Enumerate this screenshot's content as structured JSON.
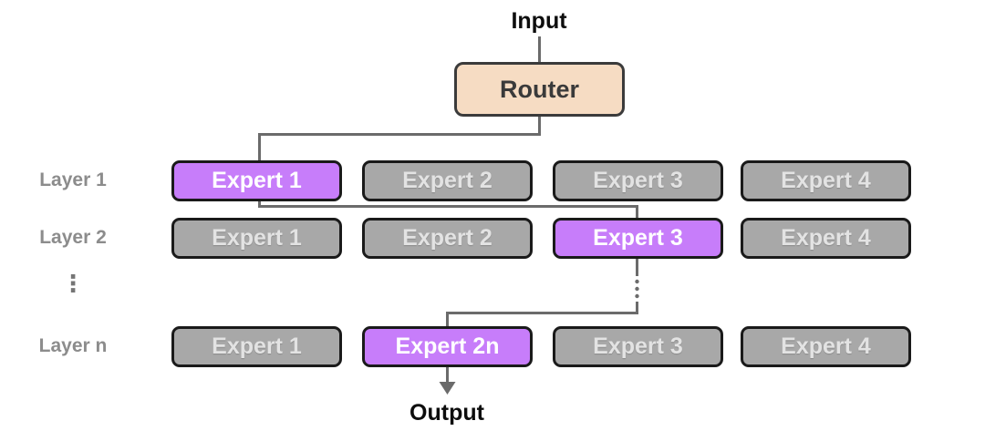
{
  "diagram": {
    "title_semantic": "mixture-of-experts-routing",
    "input_label": "Input",
    "router_label": "Router",
    "output_label": "Output",
    "ellipsis": "⋮",
    "layers": [
      {
        "label": "Layer 1",
        "experts": [
          {
            "label": "Expert 1",
            "selected": true
          },
          {
            "label": "Expert 2",
            "selected": false
          },
          {
            "label": "Expert 3",
            "selected": false
          },
          {
            "label": "Expert 4",
            "selected": false
          }
        ]
      },
      {
        "label": "Layer 2",
        "experts": [
          {
            "label": "Expert 1",
            "selected": false
          },
          {
            "label": "Expert 2",
            "selected": false
          },
          {
            "label": "Expert 3",
            "selected": true
          },
          {
            "label": "Expert 4",
            "selected": false
          }
        ]
      },
      {
        "label": "Layer n",
        "experts": [
          {
            "label": "Expert 1",
            "selected": false
          },
          {
            "label": "Expert 2n",
            "selected": true
          },
          {
            "label": "Expert 3",
            "selected": false
          },
          {
            "label": "Expert 4",
            "selected": false
          }
        ]
      }
    ],
    "colors": {
      "selected_expert_fill": "#c77dfa",
      "unselected_expert_fill": "#a8a8a8",
      "router_fill": "#f6dcc3",
      "box_border": "#1a1a1a",
      "router_border": "#3b3b3b",
      "connector_line": "#6b6b6b",
      "layer_label_text": "#8c8c8c",
      "selected_expert_text": "#ffffff",
      "unselected_expert_text": "#e3e3e3",
      "io_text": "#0d0d0d"
    }
  }
}
